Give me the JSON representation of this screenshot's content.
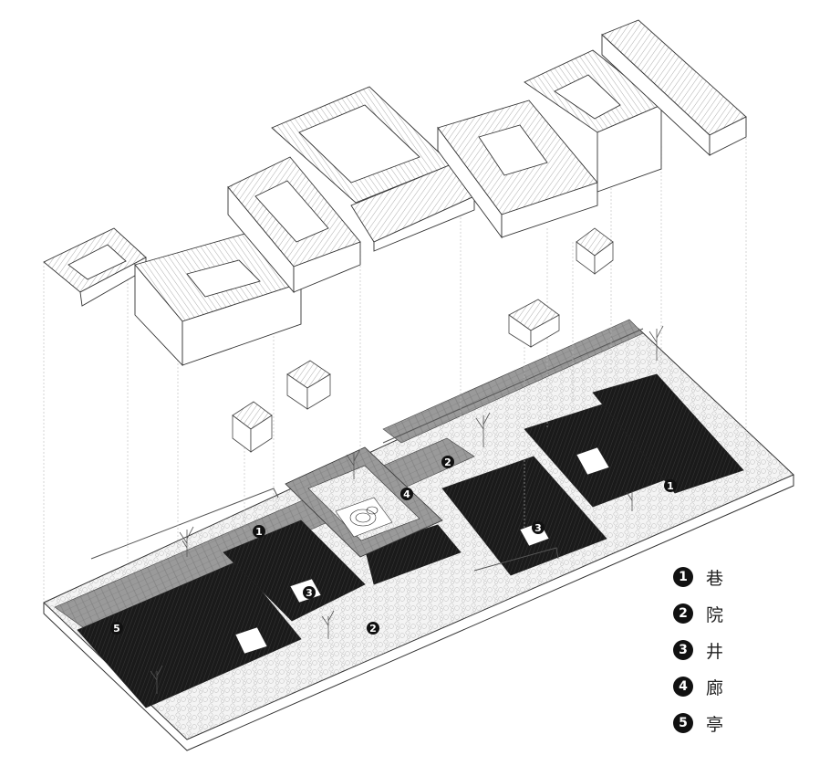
{
  "legend": [
    {
      "num": "1",
      "label": "巷"
    },
    {
      "num": "2",
      "label": "院"
    },
    {
      "num": "3",
      "label": "井"
    },
    {
      "num": "4",
      "label": "廊"
    },
    {
      "num": "5",
      "label": "亭"
    }
  ],
  "markers": {
    "m1a": "1",
    "m1b": "1",
    "m2a": "2",
    "m2b": "2",
    "m3a": "3",
    "m3b": "3",
    "m4": "4",
    "m5": "5"
  }
}
